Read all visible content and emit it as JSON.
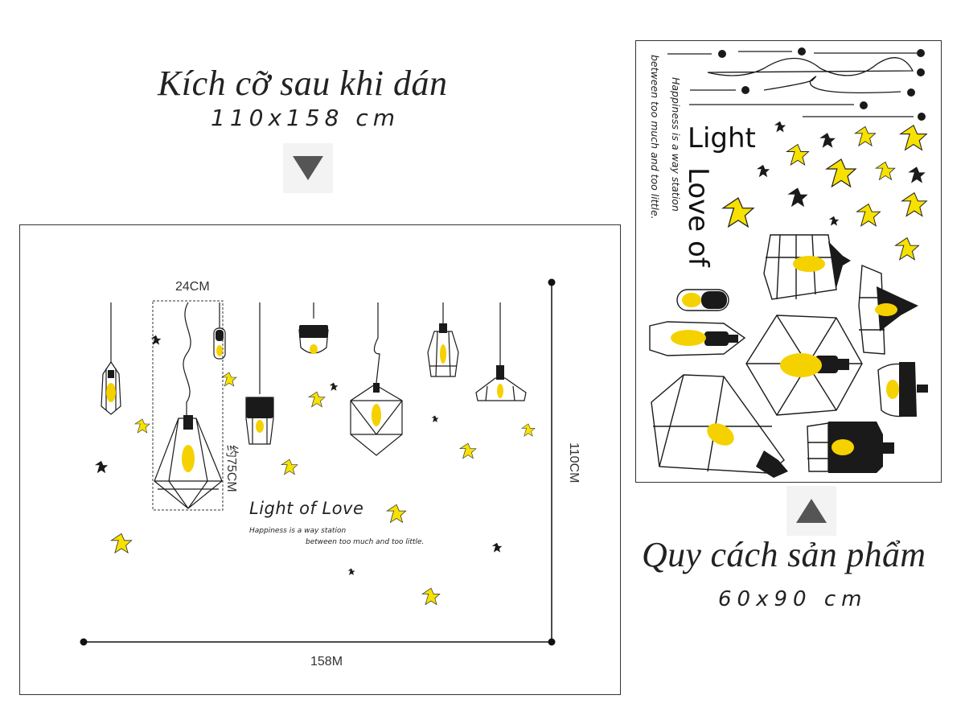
{
  "left_panel": {
    "title": "Kích cỡ sau khi dán",
    "size": "110x158 cm",
    "arrow_icon": "triangle-down-icon",
    "dimensions": {
      "lamp_width": "24CM",
      "lamp_height": "约75CM",
      "total_height": "110CM",
      "total_width": "158M"
    },
    "quote": {
      "title": "Light of Love",
      "line1": "Happiness is a way station",
      "line2": "between too much and too little."
    }
  },
  "right_panel": {
    "title": "Quy cách sản phẩm",
    "size": "60x90 cm",
    "arrow_icon": "triangle-up-icon",
    "sheet_text": {
      "line_a": "between too much and too little.",
      "line_b": "Happiness is a way station",
      "light": "Light",
      "love_of": "Love of"
    }
  },
  "colors": {
    "bulb_yellow": "#f6d100",
    "ink": "#1a1a1a",
    "arrow_gray": "#555555",
    "arrow_bg": "#f3f3f3"
  }
}
